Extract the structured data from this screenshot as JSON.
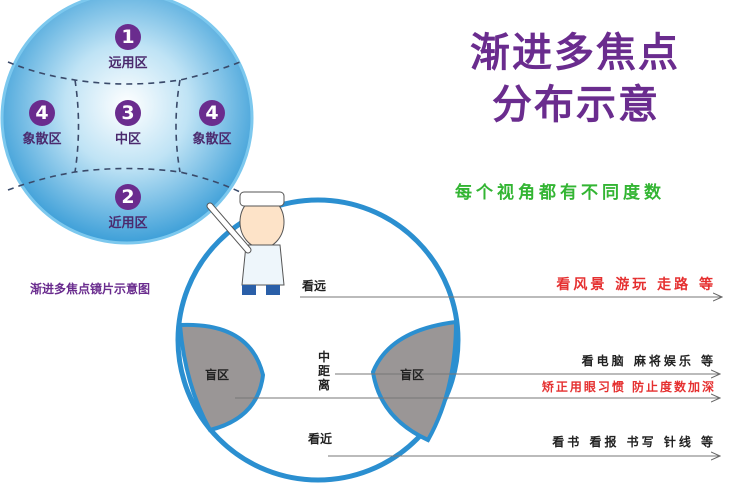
{
  "title": {
    "line1": "渐进多焦点",
    "line2": "分布示意"
  },
  "subtitle": "每个视角都有不同度数",
  "lens": {
    "caption": "渐进多焦点镜片示意图",
    "zones": [
      {
        "num": "1",
        "label": "远用区"
      },
      {
        "num": "2",
        "label": "近用区"
      },
      {
        "num": "3",
        "label": "中区"
      },
      {
        "num": "4",
        "label": "象散区"
      },
      {
        "num": "4",
        "label": "象散区"
      }
    ]
  },
  "diagram": {
    "far": "看远",
    "mid": "中距离",
    "near": "看近",
    "blind_left": "盲区",
    "blind_right": "盲区",
    "far_desc": "看风景 游玩 走路 等",
    "mid_desc": "看电脑 麻将娱乐 等",
    "correct_desc": "矫正用眼习惯 防止度数加深",
    "near_desc": "看书 看报 书写 针线 等"
  },
  "colors": {
    "accent": "#6a2c8e",
    "lens_blue": "#5fb4e0",
    "outline": "#2b8fd0",
    "blind": "#9a9696",
    "red": "#e53030",
    "green": "#33b533"
  }
}
